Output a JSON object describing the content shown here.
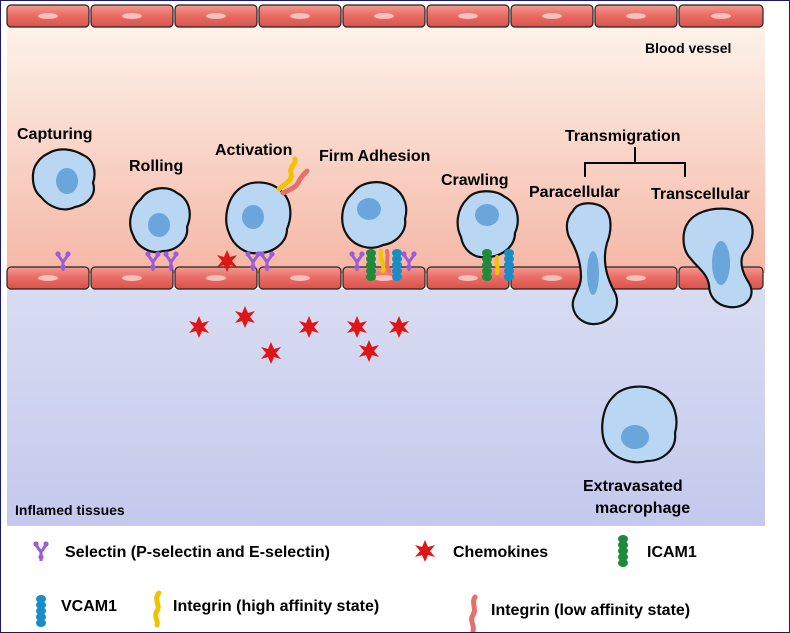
{
  "regions": {
    "blood_vessel": "Blood vessel",
    "inflamed_tissues": "Inflamed tissues"
  },
  "stages": {
    "capturing": "Capturing",
    "rolling": "Rolling",
    "activation": "Activation",
    "firm_adhesion": "Firm Adhesion",
    "crawling": "Crawling",
    "transmigration": "Transmigration",
    "paracellular": "Paracellular",
    "transcellular": "Transcellular",
    "extravasated_line1": "Extravasated",
    "extravasated_line2": "macrophage"
  },
  "legend": {
    "selectin": "Selectin (P-selectin and E-selectin)",
    "chemokines": "Chemokines",
    "icam1": "ICAM1",
    "vcam1": "VCAM1",
    "integrin_high": "Integrin (high affinity state)",
    "integrin_low": "Integrin (low affinity state)"
  },
  "colors": {
    "cell_fill": "#b9d7f3",
    "nucleus": "#6aa6dc",
    "endothelium": "#e96b63",
    "selectin": "#9b5cd6",
    "chemokine": "#e01616",
    "icam1": "#1f8a3a",
    "vcam1": "#1a8cc8",
    "integrin_high": "#f2c200",
    "integrin_low": "#e6706a"
  }
}
